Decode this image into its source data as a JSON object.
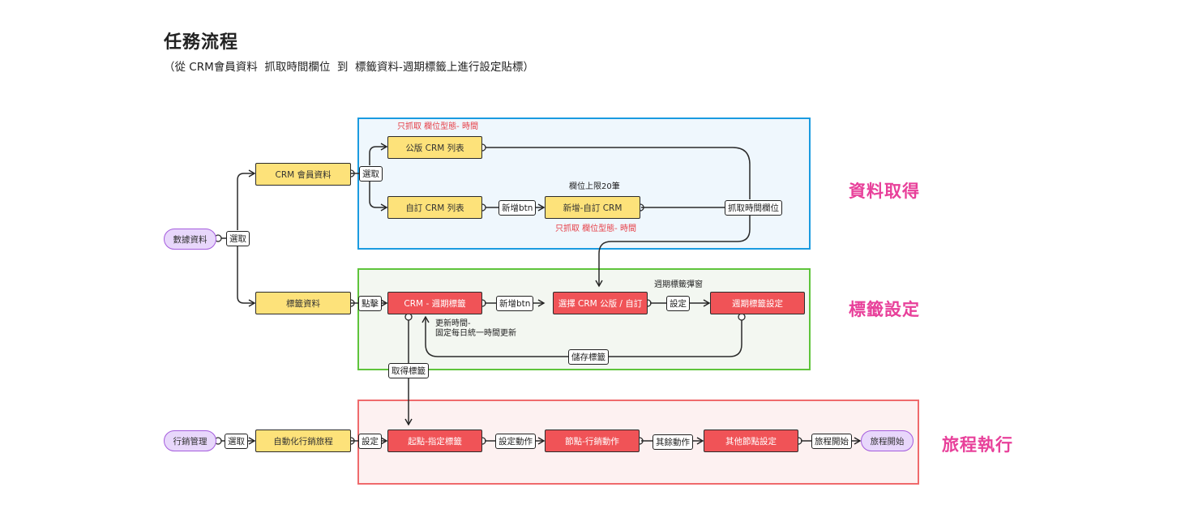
{
  "header": {
    "title": "任務流程",
    "subtitle": "（從 CRM會員資料  抓取時間欄位  到  標籤資料-週期標籤上進行設定貼標）"
  },
  "zones": {
    "data_fetch": {
      "label": "資料取得",
      "border": "#1a9be0",
      "fill": "#eff7fd"
    },
    "tag_setting": {
      "label": "標籤設定",
      "border": "#5ec43b",
      "fill": "#f3f7f1"
    },
    "journey_exec": {
      "label": "旅程執行",
      "border": "#ef6a6c",
      "fill": "#fdf1f1"
    }
  },
  "colors": {
    "yellow_node": "#fde27a",
    "red_node": "#f05357",
    "pill_node": "#e8d7fb",
    "pill_border": "#a45cdd",
    "zone_label": "#e8409a",
    "note_red": "#e63d45"
  },
  "nodes": {
    "data_source": "數據資料",
    "crm_member": "CRM 會員資料",
    "tag_data": "標籤資料",
    "public_crm_list": "公版 CRM 列表",
    "custom_crm_list": "自訂 CRM 列表",
    "add_custom_crm": "新增-自訂 CRM",
    "crm_weekly_tag": "CRM - 週期標籤",
    "choose_crm": "選擇 CRM 公版 / 自訂",
    "weekly_tag_setting": "週期標籤設定",
    "marketing_mgmt": "行銷管理",
    "auto_journey": "自動化行銷旅程",
    "start_tag": "起點-指定標籤",
    "node_action": "節點-行銷動作",
    "other_node": "其他節點設定",
    "journey_start": "旅程開始"
  },
  "edge_labels": {
    "select_1": "選取",
    "select_2": "選取",
    "select_3": "選取",
    "add_btn_1": "新增btn",
    "fetch_time_field": "抓取時間欄位",
    "click": "點擊",
    "add_btn_2": "新增btn",
    "set": "設定",
    "save_tag": "儲存標籤",
    "get_tag": "取得標籤",
    "set_2": "設定",
    "set_action": "設定動作",
    "other_action": "其餘動作",
    "journey_start": "旅程開始"
  },
  "notes": {
    "only_time_1": "只抓取 欄位型態- 時間",
    "only_time_2": "只抓取 欄位型態- 時間",
    "field_limit": "欄位上限20筆",
    "weekly_popup": "週期標籤彈窗",
    "update_time": "更新時間-\n固定每日統一時間更新"
  }
}
